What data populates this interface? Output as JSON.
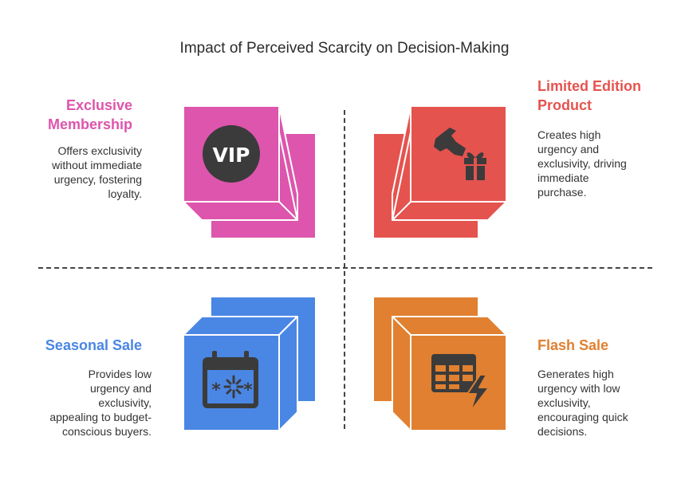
{
  "title": "Impact of Perceived Scarcity on Decision-Making",
  "quadrants": [
    {
      "id": "exclusive",
      "heading": "Exclusive Membership",
      "heading_lines": [
        "Exclusive",
        "Membership"
      ],
      "description_lines": [
        "Offers exclusivity",
        "without immediate",
        "urgency, fostering",
        "loyalty."
      ],
      "color": "#DD55AC",
      "icon": "vip-icon"
    },
    {
      "id": "limited",
      "heading": "Limited Edition Product",
      "heading_lines": [
        "Limited Edition",
        "Product"
      ],
      "description_lines": [
        "Creates high",
        "urgency and",
        "exclusivity, driving",
        "immediate",
        "purchase."
      ],
      "color": "#E5534F",
      "icon": "dog-gift-icon"
    },
    {
      "id": "seasonal",
      "heading": "Seasonal Sale",
      "heading_lines": [
        "Seasonal Sale"
      ],
      "description_lines": [
        "Provides low",
        "urgency and",
        "exclusivity,",
        "appealing to budget-",
        "conscious buyers."
      ],
      "color": "#4A86E4",
      "icon": "calendar-sparkle-icon"
    },
    {
      "id": "flash",
      "heading": "Flash Sale",
      "heading_lines": [
        "Flash Sale"
      ],
      "description_lines": [
        "Generates high",
        "urgency with low",
        "exclusivity,",
        "encouraging quick",
        "decisions."
      ],
      "color": "#E08030",
      "icon": "table-lightning-icon"
    }
  ],
  "vip_label": "VIP"
}
